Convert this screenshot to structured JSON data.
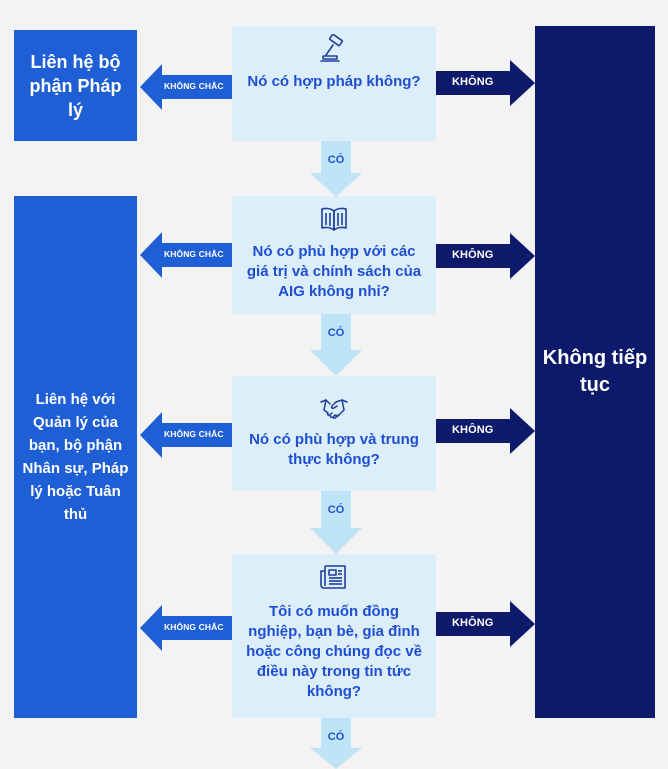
{
  "left_boxes": {
    "legal": "Liên hệ bộ phận Pháp lý",
    "contact": "Liên hệ với Quản lý của bạn, bộ phận Nhân sự, Pháp lý hoặc Tuân thủ"
  },
  "right_box": "Không tiếp tục",
  "questions": [
    {
      "text": "Nó có hợp pháp không?",
      "icon": "gavel-icon"
    },
    {
      "text": "Nó có phù hợp với các giá trị và chính sách của AIG không nhỉ?",
      "icon": "book-icon"
    },
    {
      "text": "Nó có phù hợp và trung thực không?",
      "icon": "handshake-icon"
    },
    {
      "text": "Tôi có muốn đồng nghiệp, bạn bè, gia đình hoặc công chúng đọc về điều này trong tin tức không?",
      "icon": "newspaper-icon"
    }
  ],
  "labels": {
    "unsure": "KHÔNG CHẮC",
    "no": "KHÔNG",
    "yes": "CÓ"
  },
  "colors": {
    "light_blue_box": "#dbeefa",
    "blue": "#1f5fd6",
    "navy": "#0d1a6b",
    "text_blue": "#1f4fd0",
    "down_arrow": "#bfe3f7"
  }
}
